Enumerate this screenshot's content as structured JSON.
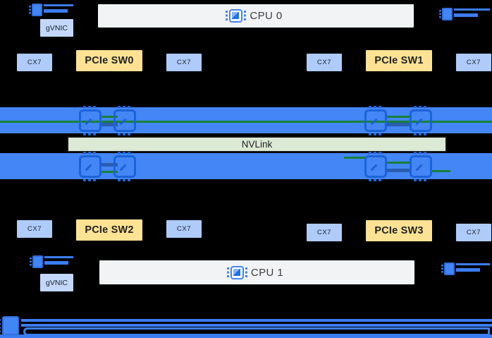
{
  "diagram": "gpu-server-topology",
  "labels": {
    "cpu0": "CPU 0",
    "cpu1": "CPU 1",
    "nvlink": "NVLink",
    "gvnic_top": "gVNIC",
    "gvnic_bottom": "gVNIC",
    "pcie_sw0": "PCIe SW0",
    "pcie_sw1": "PCIe SW1",
    "pcie_sw2": "PCIe SW2",
    "pcie_sw3": "PCIe SW3",
    "cx7_top_1": "CX7",
    "cx7_top_2": "CX7",
    "cx7_top_3": "CX7",
    "cx7_top_4": "CX7",
    "cx7_bottom_1": "CX7",
    "cx7_bottom_2": "CX7",
    "cx7_bottom_3": "CX7",
    "cx7_bottom_4": "CX7"
  },
  "icons": {
    "cpu_chip": "cpu-chip-icon",
    "gpu_chip": "gpu-chip-icon",
    "nic": "nic-icon",
    "network_bus": "network-bus-icon"
  },
  "colors": {
    "background": "#000000",
    "gpu_bar_blue": "#4486f5",
    "chip_outline_blue": "#1b63d8",
    "nic_blue": "#3b7df2",
    "nvlink_fill": "#dce9d5",
    "nvlink_border": "#161616",
    "nvlink_rail_green": "#188038",
    "cx7_fill": "#aecbfa",
    "gvnic_fill": "#c2d7fb",
    "pcie_fill": "#fde293",
    "cpu_fill": "#f1f3f4",
    "text_dark": "#1f2023"
  }
}
